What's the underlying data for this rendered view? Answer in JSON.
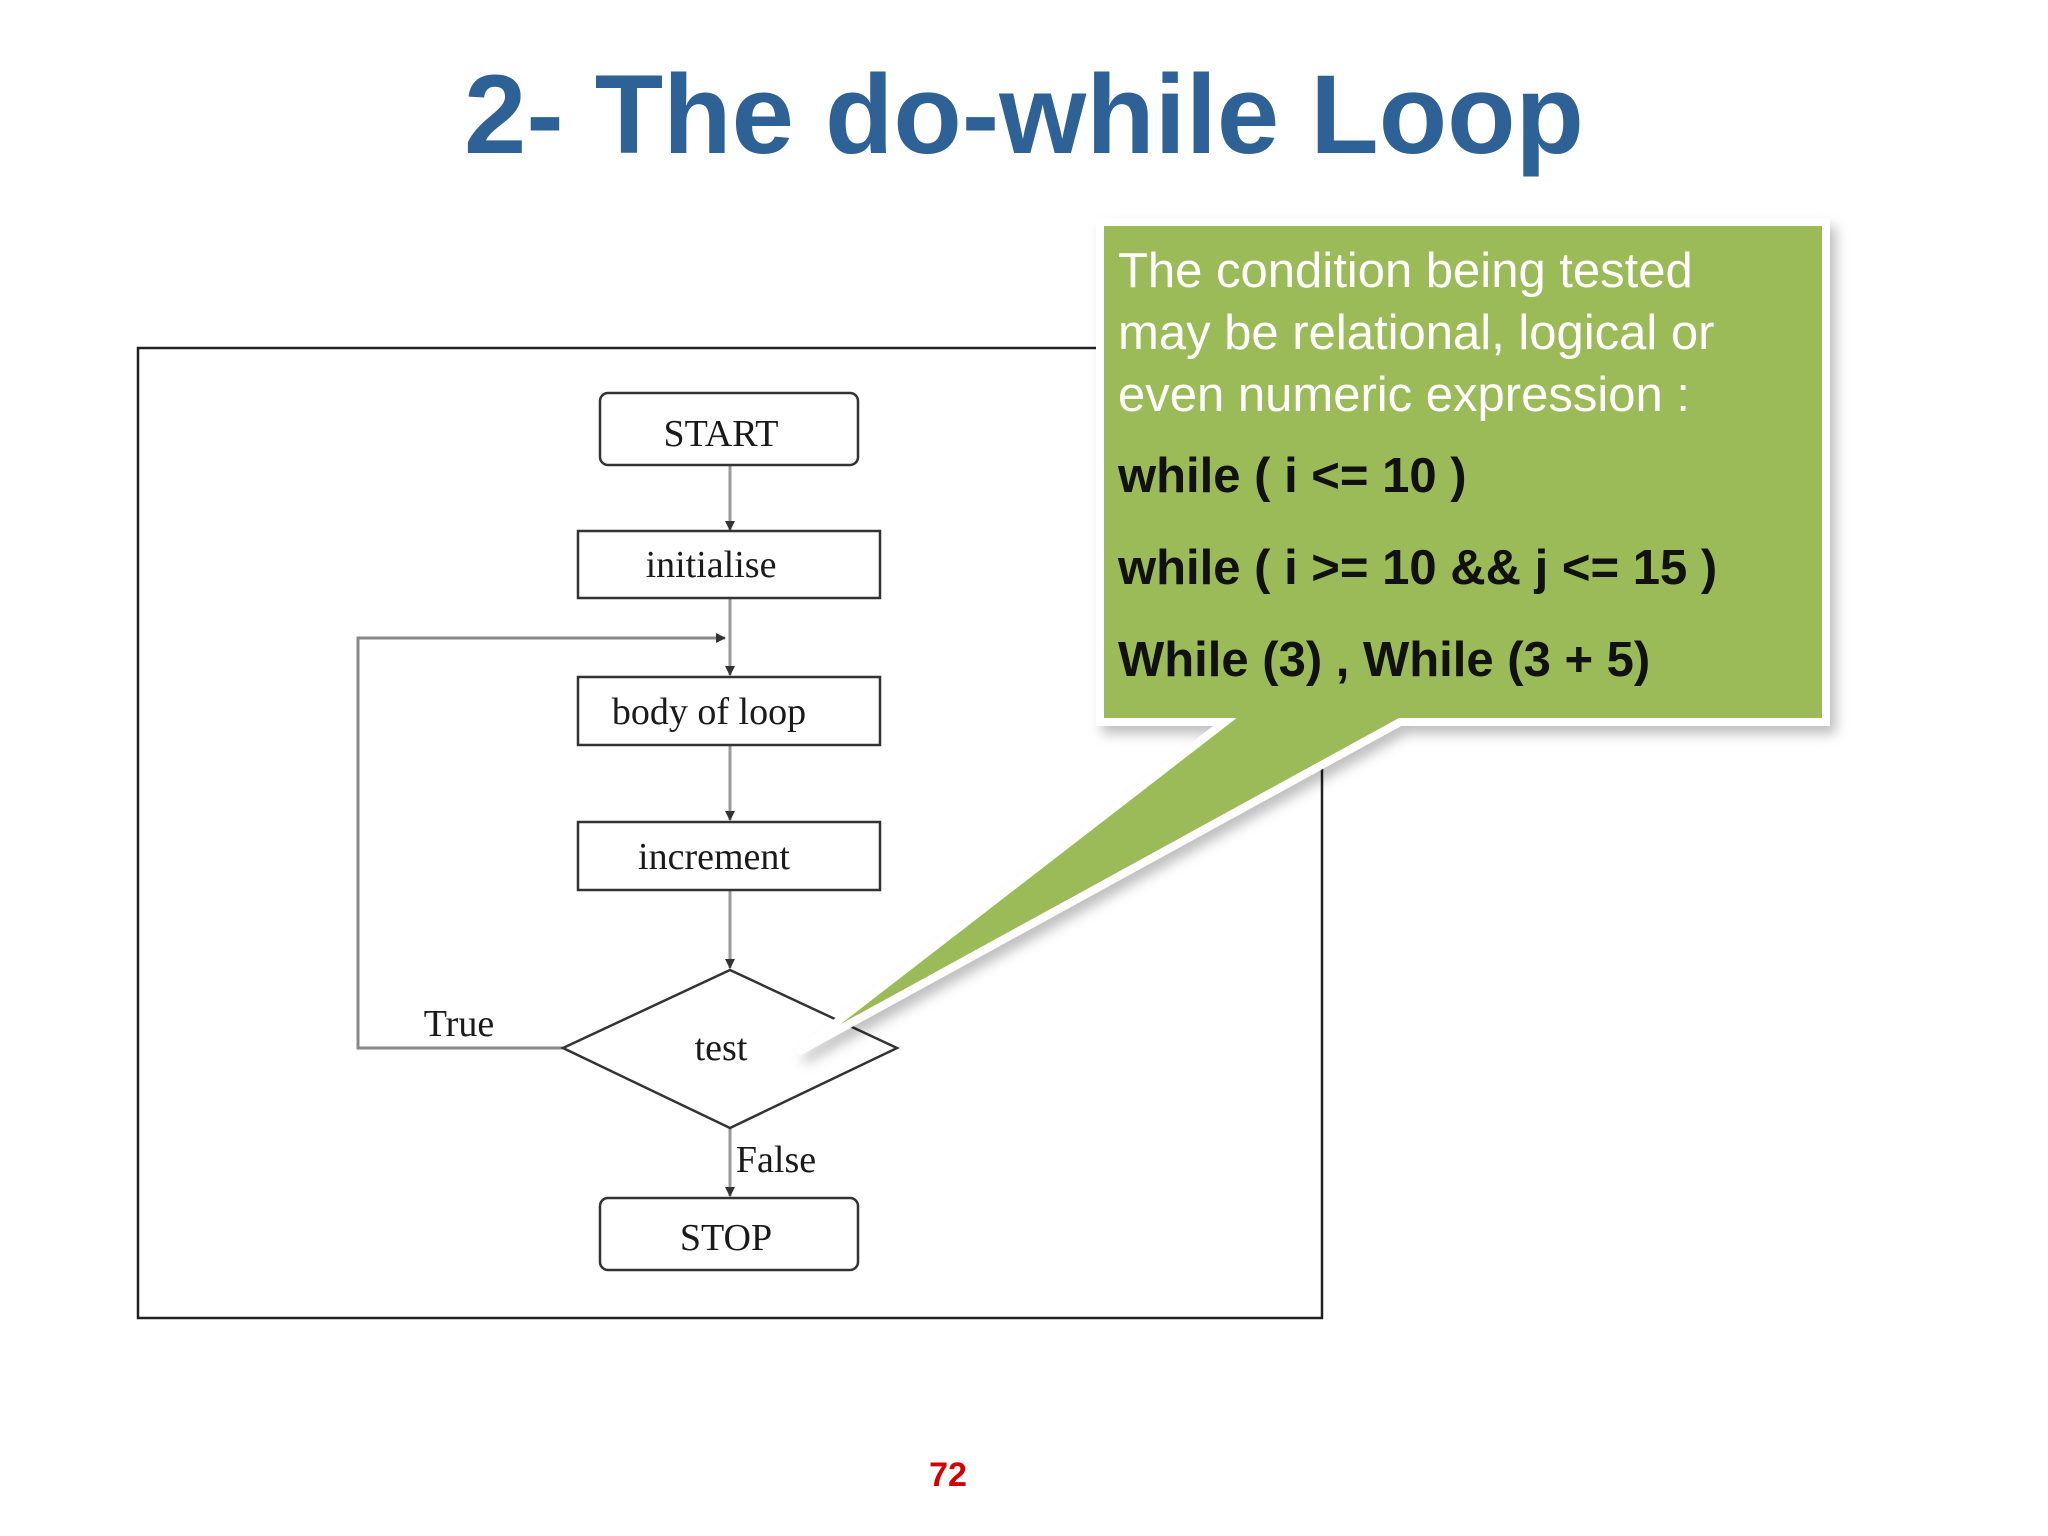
{
  "slide": {
    "title": "2- The do-while Loop",
    "page_number": "72"
  },
  "flowchart": {
    "start_label": "START",
    "initialise_label": "initialise",
    "body_label": "body of loop",
    "increment_label": "increment",
    "test_label": "test",
    "true_label": "True",
    "false_label": "False",
    "stop_label": "STOP"
  },
  "callout": {
    "intro": "The condition being tested may be relational, logical or even numeric expression :",
    "examples": [
      "while ( i <= 10 )",
      "while ( i >= 10 && j <= 15 )",
      "While (3) , While (3 + 5)"
    ],
    "fill_color": "#9bbb59",
    "border_color": "#ffffff"
  }
}
